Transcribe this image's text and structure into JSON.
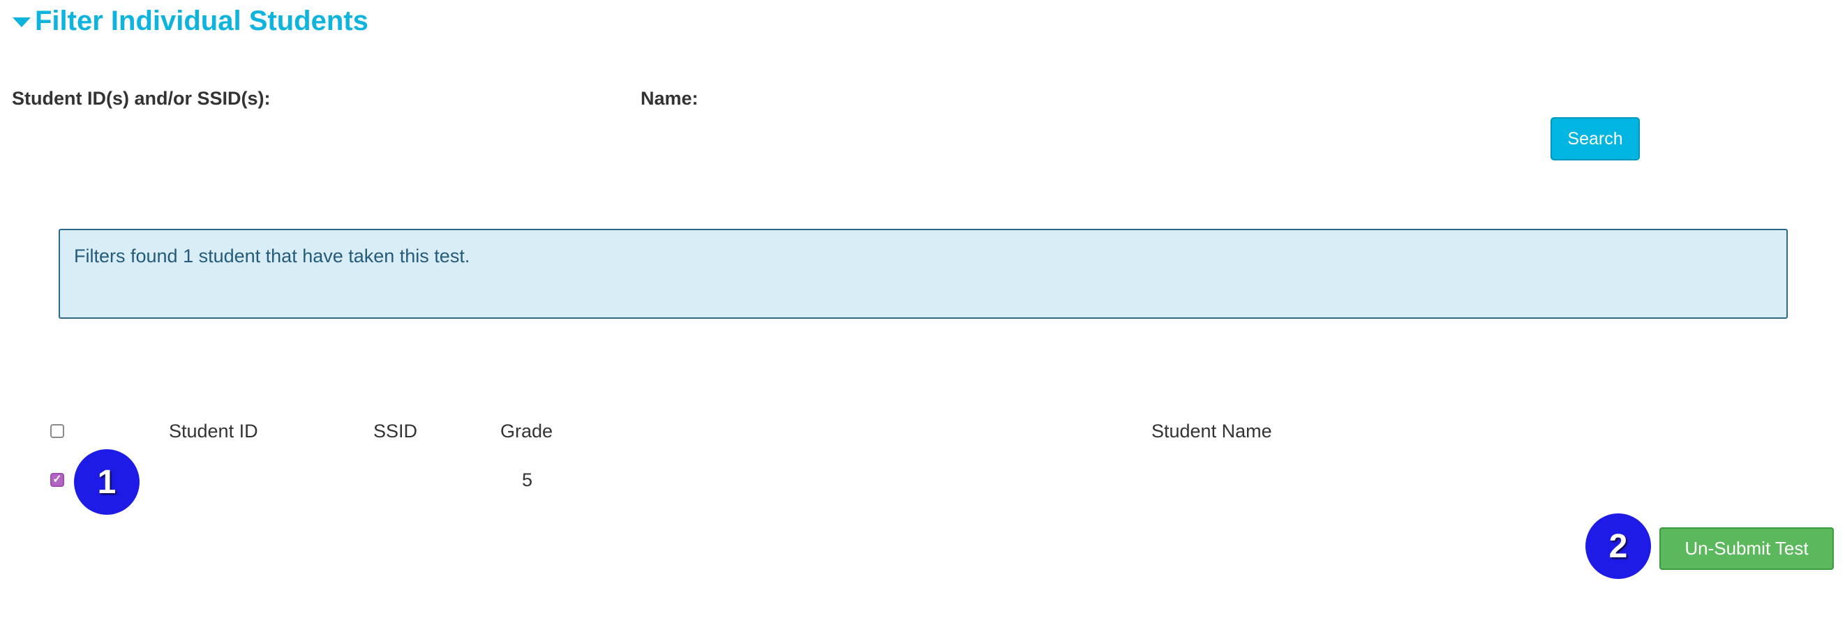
{
  "section": {
    "title": "Filter Individual Students"
  },
  "filters": {
    "student_id_label": "Student ID(s) and/or SSID(s):",
    "name_label": "Name:",
    "search_label": "Search"
  },
  "info": {
    "message": "Filters found 1 student that have taken this test."
  },
  "table": {
    "headers": {
      "student_id": "Student ID",
      "ssid": "SSID",
      "grade": "Grade",
      "student_name": "Student Name"
    },
    "rows": [
      {
        "checked": true,
        "student_id": "",
        "ssid": "",
        "grade": "5",
        "student_name": ""
      }
    ]
  },
  "annotations": {
    "badge_1": "1",
    "badge_2": "2"
  },
  "actions": {
    "unsubmit_label": "Un-Submit Test"
  },
  "colors": {
    "accent": "#0fb4de",
    "success": "#5cb85c",
    "info_bg": "#d9edf6",
    "badge": "#1f1be6",
    "checkbox": "#b365c4"
  }
}
